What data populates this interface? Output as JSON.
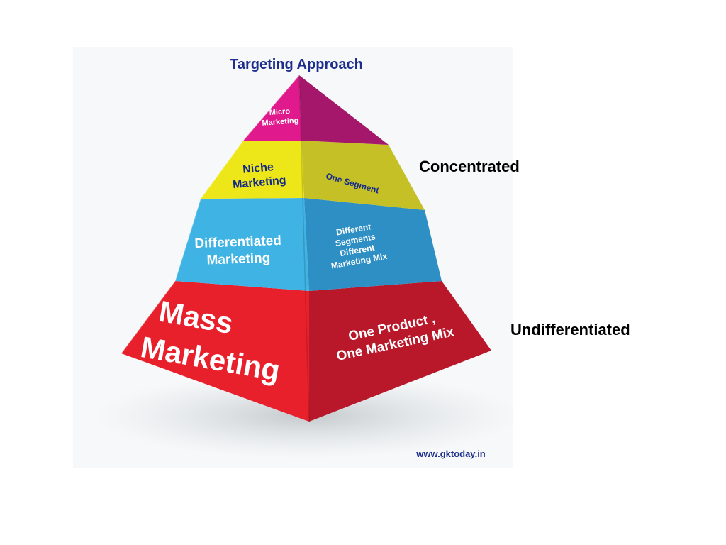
{
  "diagram": {
    "title": "Targeting Approach",
    "levels": [
      {
        "id": "micro",
        "front_lines": [
          "Micro",
          "Marketing"
        ],
        "side_lines": [],
        "front_color": "#e0198c",
        "side_color": "#a4176a",
        "front_text_color": "#ffffff"
      },
      {
        "id": "niche",
        "front_lines": [
          "Niche",
          "Marketing"
        ],
        "side_lines": [
          "One Segment"
        ],
        "front_color": "#ede619",
        "side_color": "#c5c026",
        "front_text_color": "#142a8a",
        "side_text_color": "#142a8a"
      },
      {
        "id": "differentiated",
        "front_lines": [
          "Differentiated",
          "Marketing"
        ],
        "side_lines": [
          "Different",
          "Segments",
          "Different",
          "Marketing Mix"
        ],
        "front_color": "#3fb3e4",
        "side_color": "#2e8fc4",
        "front_text_color": "#ffffff",
        "side_text_color": "#ffffff"
      },
      {
        "id": "mass",
        "front_lines": [
          "Mass",
          "Marketing"
        ],
        "side_lines": [
          "One Product ,",
          "One Marketing Mix"
        ],
        "front_color": "#e8202c",
        "side_color": "#b9172a",
        "front_text_color": "#ffffff",
        "side_text_color": "#ffffff"
      }
    ],
    "watermark": "www.gktoday.in",
    "title_color": "#1d2e8c"
  },
  "annotations": {
    "concentrated": "Concentrated",
    "undifferentiated": "Undifferentiated"
  }
}
